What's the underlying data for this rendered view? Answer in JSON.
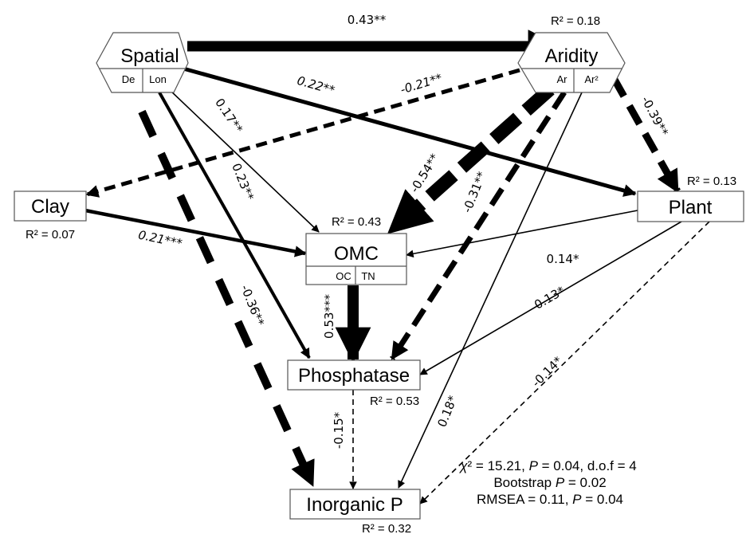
{
  "nodes": {
    "spatial": {
      "label": "Spatial",
      "sub": [
        "De",
        "Lon"
      ]
    },
    "aridity": {
      "label": "Aridity",
      "sub": [
        "Ar",
        "Ar²"
      ],
      "r2": "R² = 0.18"
    },
    "clay": {
      "label": "Clay",
      "r2": "R² = 0.07"
    },
    "plant": {
      "label": "Plant",
      "r2": "R² = 0.13"
    },
    "omc": {
      "label": "OMC",
      "sub": [
        "OC",
        "TN"
      ],
      "r2": "R² = 0.43"
    },
    "phosphatase": {
      "label": "Phosphatase",
      "r2": "R² = 0.53"
    },
    "inorganic_p": {
      "label": "Inorganic P",
      "r2": "R² = 0.32"
    }
  },
  "paths": [
    {
      "from": "Spatial",
      "to": "Aridity",
      "coef": "0.43**",
      "style": "solid"
    },
    {
      "from": "Spatial",
      "to": "Plant",
      "coef": "0.22**",
      "style": "solid"
    },
    {
      "from": "Aridity",
      "to": "Clay",
      "coef": "-0.21**",
      "style": "dashed"
    },
    {
      "from": "Spatial",
      "to": "OMC",
      "coef": "0.17**",
      "style": "solid"
    },
    {
      "from": "Spatial",
      "to": "Phosphatase",
      "coef": "0.23**",
      "style": "solid"
    },
    {
      "from": "Spatial",
      "to": "Inorganic P",
      "coef": "-0.36**",
      "style": "dashed"
    },
    {
      "from": "Aridity",
      "to": "OMC",
      "coef": "-0.54**",
      "style": "dashed"
    },
    {
      "from": "Aridity",
      "to": "Phosphatase",
      "coef": "-0.31**",
      "style": "dashed"
    },
    {
      "from": "Aridity",
      "to": "Inorganic P",
      "coef": "0.18*",
      "style": "solid"
    },
    {
      "from": "Aridity",
      "to": "Plant",
      "coef": "-0.39**",
      "style": "dashed"
    },
    {
      "from": "Clay",
      "to": "OMC",
      "coef": "0.21***",
      "style": "solid"
    },
    {
      "from": "Plant",
      "to": "OMC",
      "coef": "0.14*",
      "style": "solid"
    },
    {
      "from": "Plant",
      "to": "Phosphatase",
      "coef": "0.13*",
      "style": "solid"
    },
    {
      "from": "Plant",
      "to": "Inorganic P",
      "coef": "-0.14*",
      "style": "dashed"
    },
    {
      "from": "OMC",
      "to": "Phosphatase",
      "coef": "0.53***",
      "style": "solid"
    },
    {
      "from": "Phosphatase",
      "to": "Inorganic P",
      "coef": "-0.15*",
      "style": "dashed"
    }
  ],
  "fit": {
    "line1_chi": "χ",
    "line1_rest": "² = 15.21, ",
    "line1_p": "P",
    "line1_end": " = 0.04, d.o.f = 4",
    "line2_a": "Bootstrap ",
    "line2_p": "P",
    "line2_end": " = 0.02",
    "line3_a": "RMSEA  = 0.11, ",
    "line3_p": "P",
    "line3_end": " = 0.04"
  }
}
